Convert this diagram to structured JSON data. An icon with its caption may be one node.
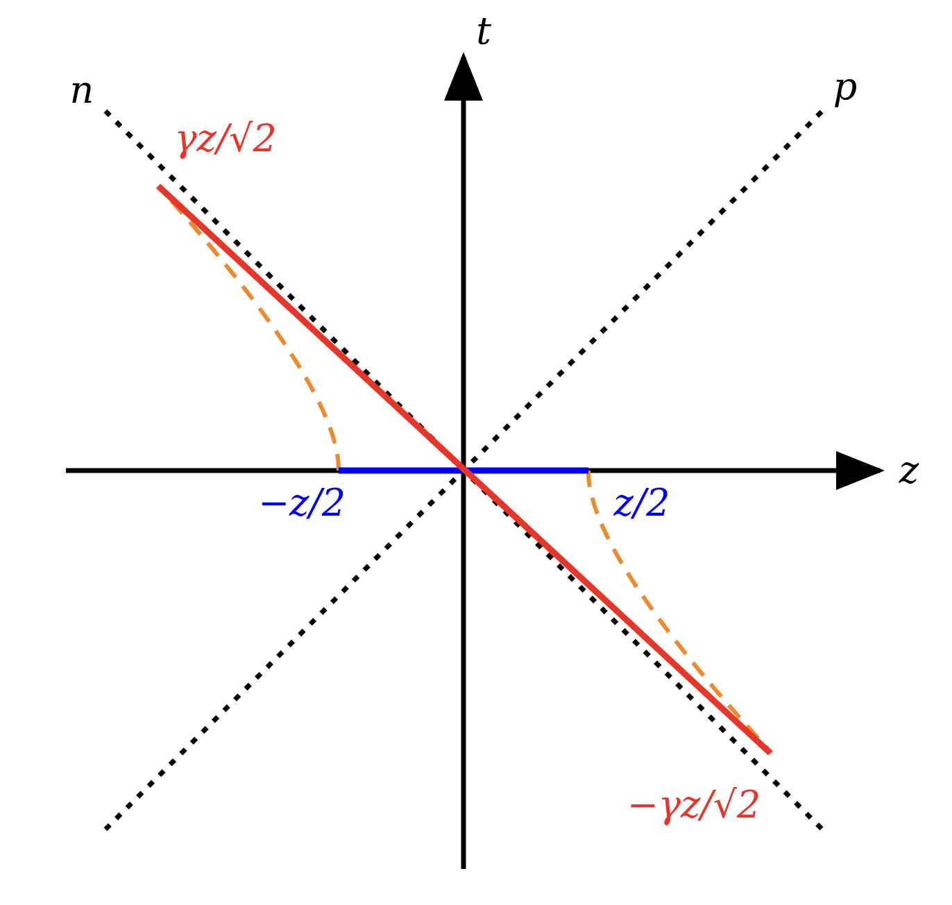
{
  "diagram": {
    "labels": [
      "t",
      "n",
      "p",
      "γz/√2",
      "z",
      "−z/2",
      "z/2",
      "−γz/√2"
    ]
  }
}
